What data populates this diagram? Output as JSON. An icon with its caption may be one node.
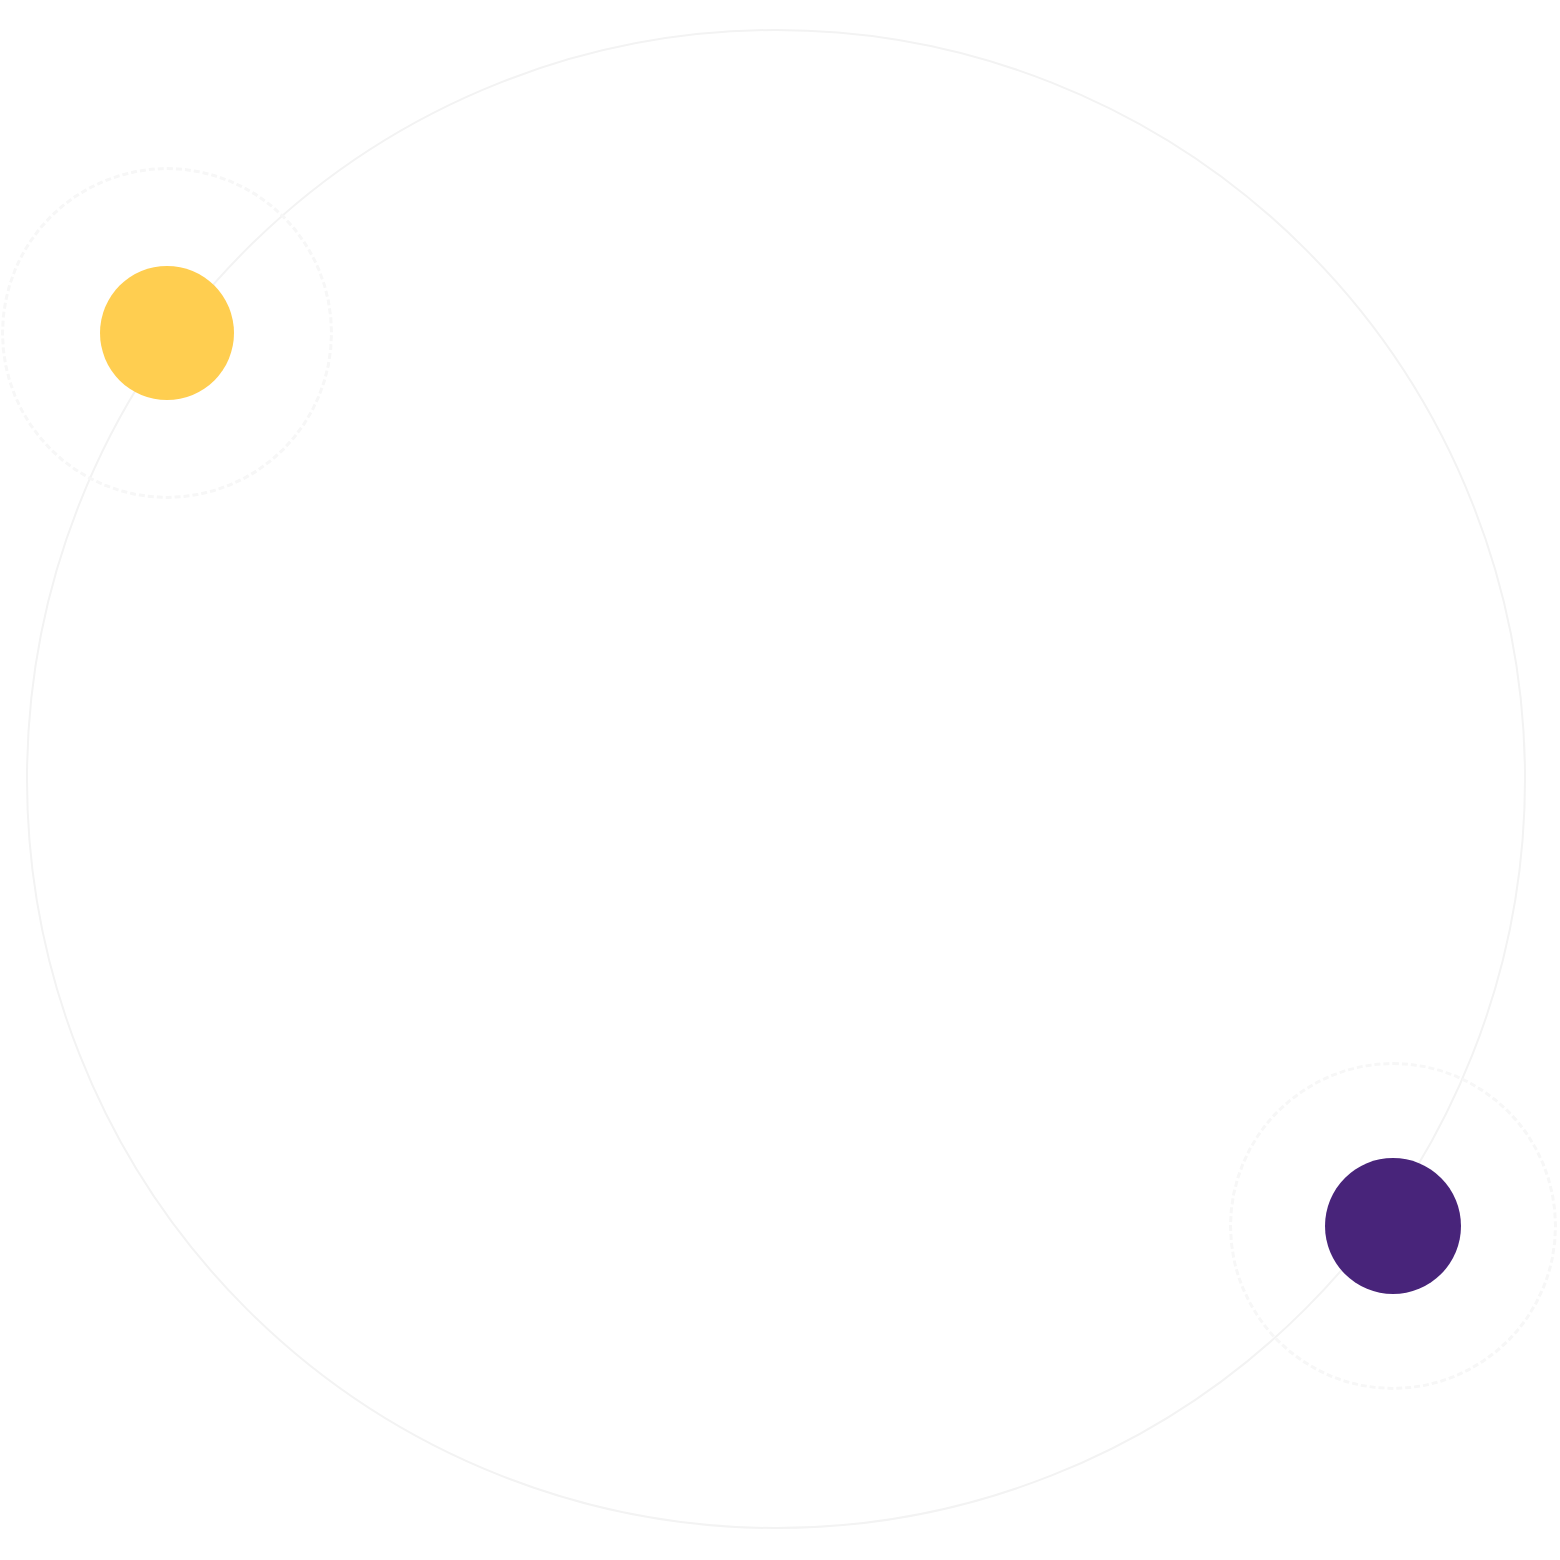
{
  "diagram": {
    "nodes": [
      {
        "text": [],
        "shape": "circle"
      },
      {
        "text": [],
        "shape": "circle"
      },
      {
        "text": [],
        "shape": "circle",
        "in": 1
      },
      {
        "text": [],
        "shape": "circle"
      },
      {
        "text": [],
        "shape": "circle",
        "in": 3
      }
    ]
  }
}
